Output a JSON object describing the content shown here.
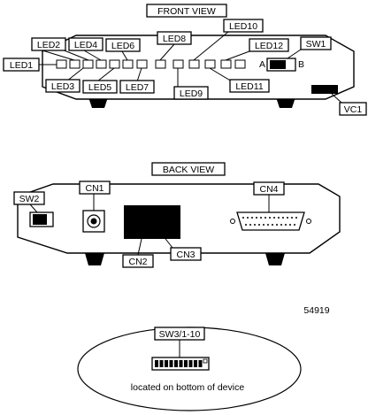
{
  "front_view": {
    "title": "FRONT VIEW",
    "labels": {
      "led1": "LED1",
      "led2": "LED2",
      "led3": "LED3",
      "led4": "LED4",
      "led5": "LED5",
      "led6": "LED6",
      "led7": "LED7",
      "led8": "LED8",
      "led9": "LED9",
      "led10": "LED10",
      "led11": "LED11",
      "led12": "LED12",
      "sw1": "SW1",
      "vc1": "VC1",
      "pos_a": "A",
      "pos_b": "B"
    }
  },
  "back_view": {
    "title": "BACK VIEW",
    "labels": {
      "sw2": "SW2",
      "cn1": "CN1",
      "cn2": "CN2",
      "cn3": "CN3",
      "cn4": "CN4"
    }
  },
  "figure_number": "54919",
  "bottom_callout": {
    "label": "SW3/1-10",
    "note": "located on bottom of device"
  }
}
